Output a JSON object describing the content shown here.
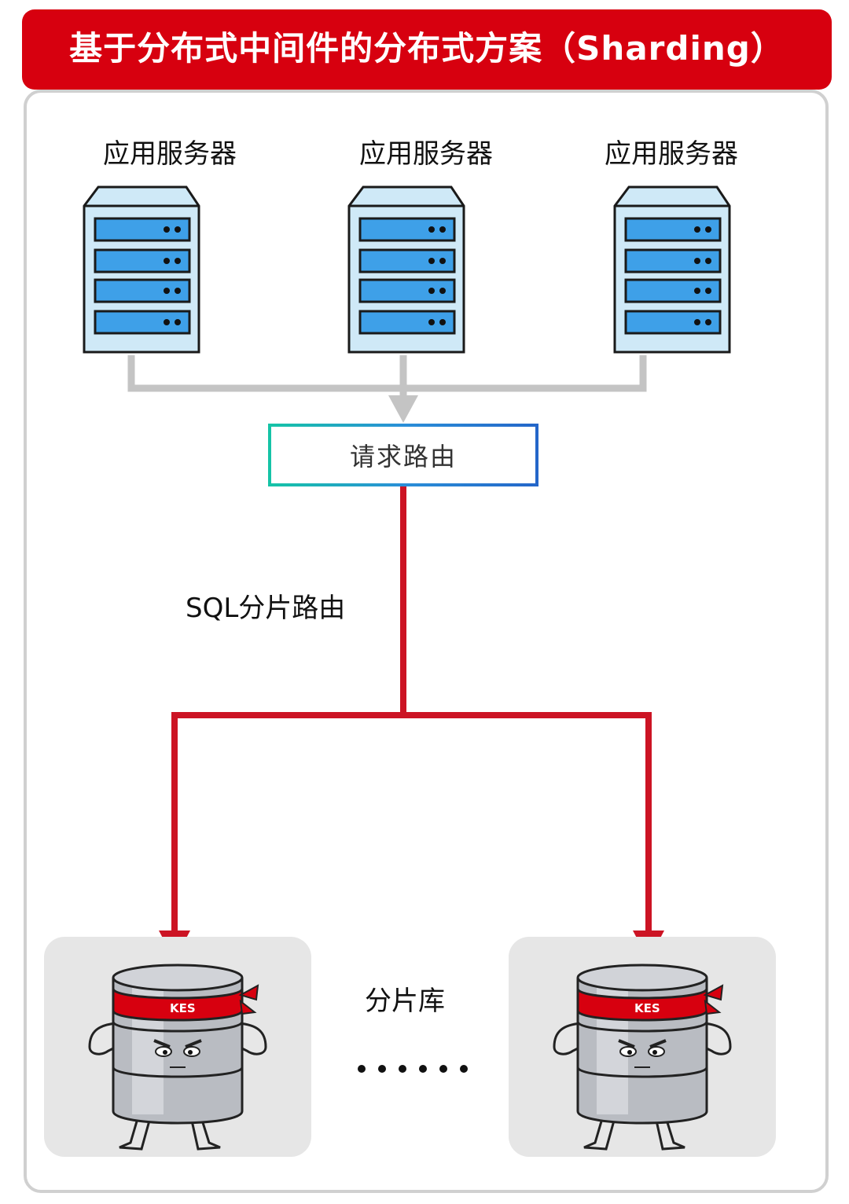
{
  "title": "基于分布式中间件的分布式方案（Sharding）",
  "servers": [
    {
      "label": "应用服务器"
    },
    {
      "label": "应用服务器"
    },
    {
      "label": "应用服务器"
    }
  ],
  "router": {
    "label": "请求路由"
  },
  "sql_route_label": "SQL分片路由",
  "shard_label": "分片库",
  "ellipsis": "……",
  "db_band_text": "KES",
  "colors": {
    "title_red": "#d7000f",
    "route_red": "#cc1424",
    "connector_gray": "#c4c4c4",
    "server_blue": "#3ea0e8",
    "server_body": "#cfe9f7"
  }
}
